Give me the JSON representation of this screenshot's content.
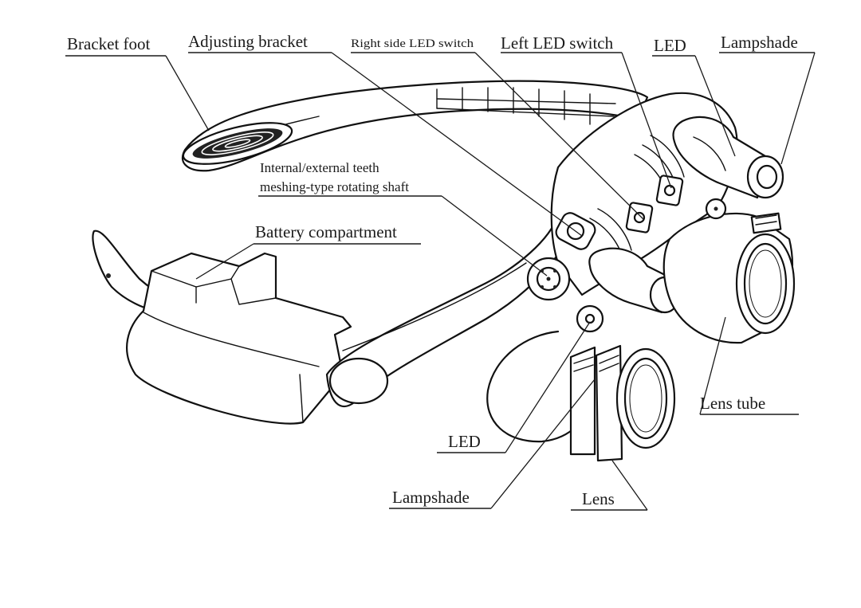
{
  "labels": {
    "bracket_foot": "Bracket foot",
    "adjusting_bracket": "Adjusting bracket",
    "right_led_switch": "Right side LED switch",
    "left_led_switch": "Left LED switch",
    "led_top": "LED",
    "lampshade_top": "Lampshade",
    "shaft_line1": "Internal/external teeth",
    "shaft_line2": "meshing-type rotating shaft",
    "battery_compartment": "Battery compartment",
    "lens_tube": "Lens tube",
    "led_bottom": "LED",
    "lampshade_bottom": "Lampshade",
    "lens": "Lens"
  },
  "colors": {
    "line": "#1a1a1a",
    "background": "#ffffff"
  }
}
